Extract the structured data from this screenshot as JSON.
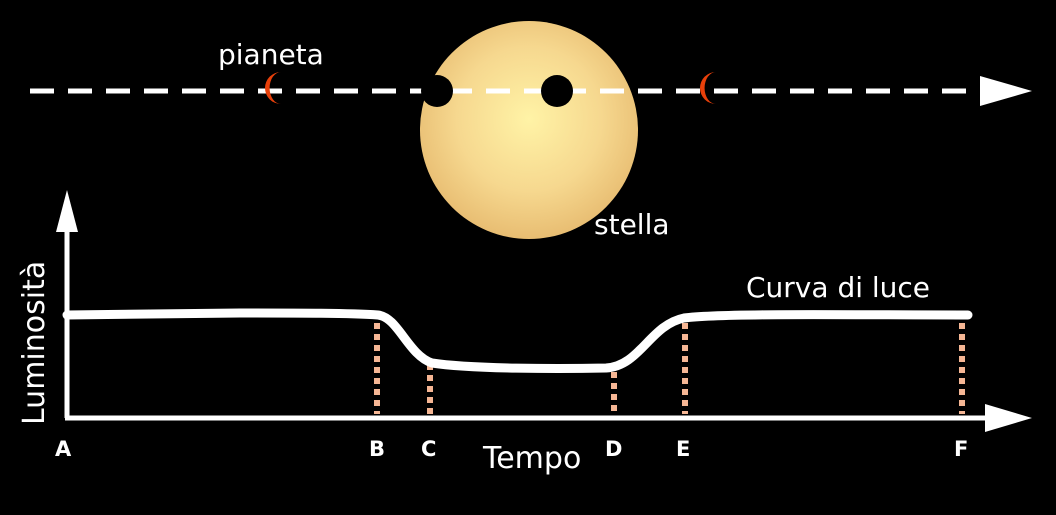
{
  "labels": {
    "planet": "pianeta",
    "star": "stella",
    "light_curve": "Curva di luce",
    "x_axis": "Tempo",
    "y_axis": "Luminosità"
  },
  "points": [
    "A",
    "B",
    "C",
    "D",
    "E",
    "F"
  ],
  "colors": {
    "background": "#000000",
    "line": "#ffffff",
    "planet_crescent": "#e8400a",
    "star_center": "#fff3a6",
    "star_edge": "#e8bd72",
    "marker": "#f5b694"
  }
}
